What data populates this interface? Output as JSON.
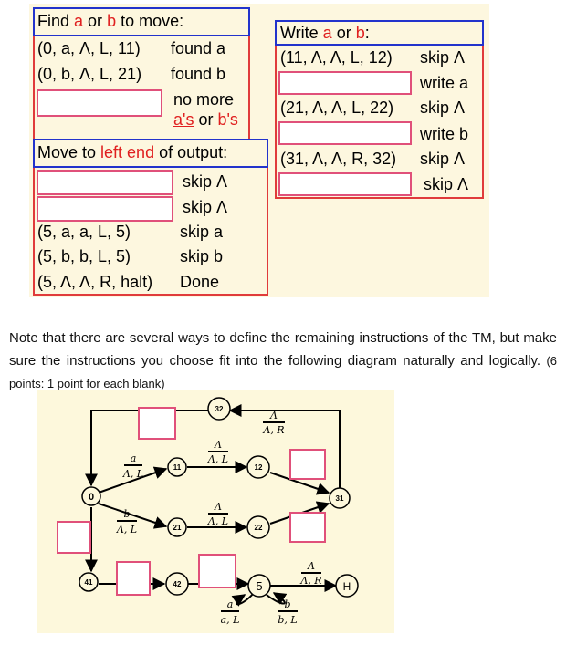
{
  "top_left": {
    "title_parts": [
      "Find ",
      "a",
      " or ",
      "b",
      " to move:"
    ],
    "rows": [
      {
        "state": "(0, a, Λ, L, 11)",
        "action": "found a"
      },
      {
        "state": "(0, b, Λ, L, 21)",
        "action": "found b"
      }
    ],
    "no_more_line1": "no more",
    "no_more_line2_parts": [
      "a's",
      " or ",
      "b's"
    ]
  },
  "move_left": {
    "title_parts": [
      "Move to ",
      "left end",
      " of output:"
    ],
    "skip1": "skip Λ",
    "skip2": "skip Λ",
    "rows": [
      {
        "state": "(5, a, a, L, 5)",
        "action": "skip a"
      },
      {
        "state": "(5, b, b, L, 5)",
        "action": "skip b"
      },
      {
        "state": "(5, Λ, Λ, R, halt)",
        "action": "Done"
      }
    ]
  },
  "write": {
    "title_parts": [
      "Write ",
      "a",
      " or ",
      "b",
      ":"
    ],
    "rows": [
      {
        "state": "(11, Λ, Λ, L, 12)",
        "action": "skip Λ"
      },
      {
        "state": "",
        "action": "write a"
      },
      {
        "state": "(21, Λ, Λ, L, 22)",
        "action": "skip Λ"
      },
      {
        "state": "",
        "action": "write b"
      },
      {
        "state": "(31, Λ, Λ, R, 32)",
        "action": "skip Λ"
      },
      {
        "state": "",
        "action": "skip Λ"
      }
    ]
  },
  "note": {
    "text": "Note that there are several ways to define the remaining instructions of the TM, but make sure the instructions you choose fit into the following diagram naturally and logically.",
    "points": "(6 points: 1 point for each blank)"
  },
  "diagram": {
    "nodes": {
      "n0": "0",
      "n11": "11",
      "n12": "12",
      "n21": "21",
      "n22": "22",
      "n31": "31",
      "n32": "32",
      "n41": "41",
      "n42": "42",
      "n5": "5",
      "nH": "H"
    },
    "labels": {
      "a_top": "a",
      "a_bot": "Λ, L",
      "b_top": "b",
      "b_bot": "Λ, L",
      "l11_top": "Λ",
      "l11_bot": "Λ, L",
      "l21_top": "Λ",
      "l21_bot": "Λ, L",
      "l32_top": "Λ",
      "l32_bot": "Λ, R",
      "lH_top": "Λ",
      "lH_bot": "Λ, R",
      "la_top": "a",
      "la_bot": "a, L",
      "lb_top": "b",
      "lb_bot": "b, L"
    }
  },
  "colors": {
    "red": "#e02020",
    "box_red": "#e03b3b",
    "box_blue": "#2233cc",
    "placeholder": "#e0507a",
    "panel": "#fdf7df"
  }
}
